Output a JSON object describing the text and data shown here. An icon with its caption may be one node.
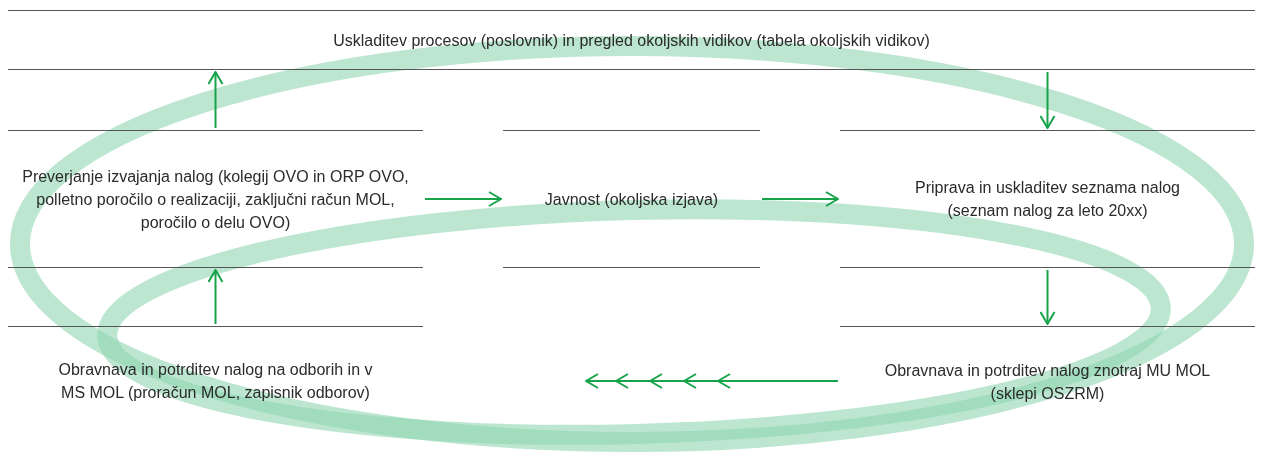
{
  "diagram": {
    "nodes": [
      {
        "text": [
          "Uskladitev procesov (poslovnik) in pregled okoljskih vidikov (tabela okoljskih vidikov)"
        ]
      },
      {
        "text": [
          "Preverjanje izvajanja nalog (kolegij OVO in ORP OVO, polletno poročilo o realizaciji, zaključni račun MOL, poročilo o delu OVO)"
        ]
      },
      {
        "text": [
          "Javnost (okoljska izjava)"
        ]
      },
      {
        "text": [
          "Priprava in uskladitev seznama nalog (seznam nalog za leto 20xx)"
        ]
      },
      {
        "text": [
          "Obravnava in potrditev nalog na odborih in v MS MOL (proračun MOL, zapisnik odborov)"
        ]
      },
      {
        "text": [
          "Obravnava in potrditev nalog znotraj MU MOL (sklepi OSZRM)"
        ]
      }
    ],
    "edges": [
      {
        "from": 1,
        "to": 0,
        "arrow": "to"
      },
      {
        "from": 0,
        "to": 3,
        "arrow": "to"
      },
      {
        "from": 1,
        "to": 2,
        "arrow": "to"
      },
      {
        "from": 2,
        "to": 3,
        "arrow": "to"
      },
      {
        "from": 3,
        "to": 5,
        "arrow": "to"
      },
      {
        "from": 5,
        "to": 4,
        "arrow": "to"
      },
      {
        "from": 4,
        "to": 1,
        "arrow": "to"
      }
    ]
  }
}
